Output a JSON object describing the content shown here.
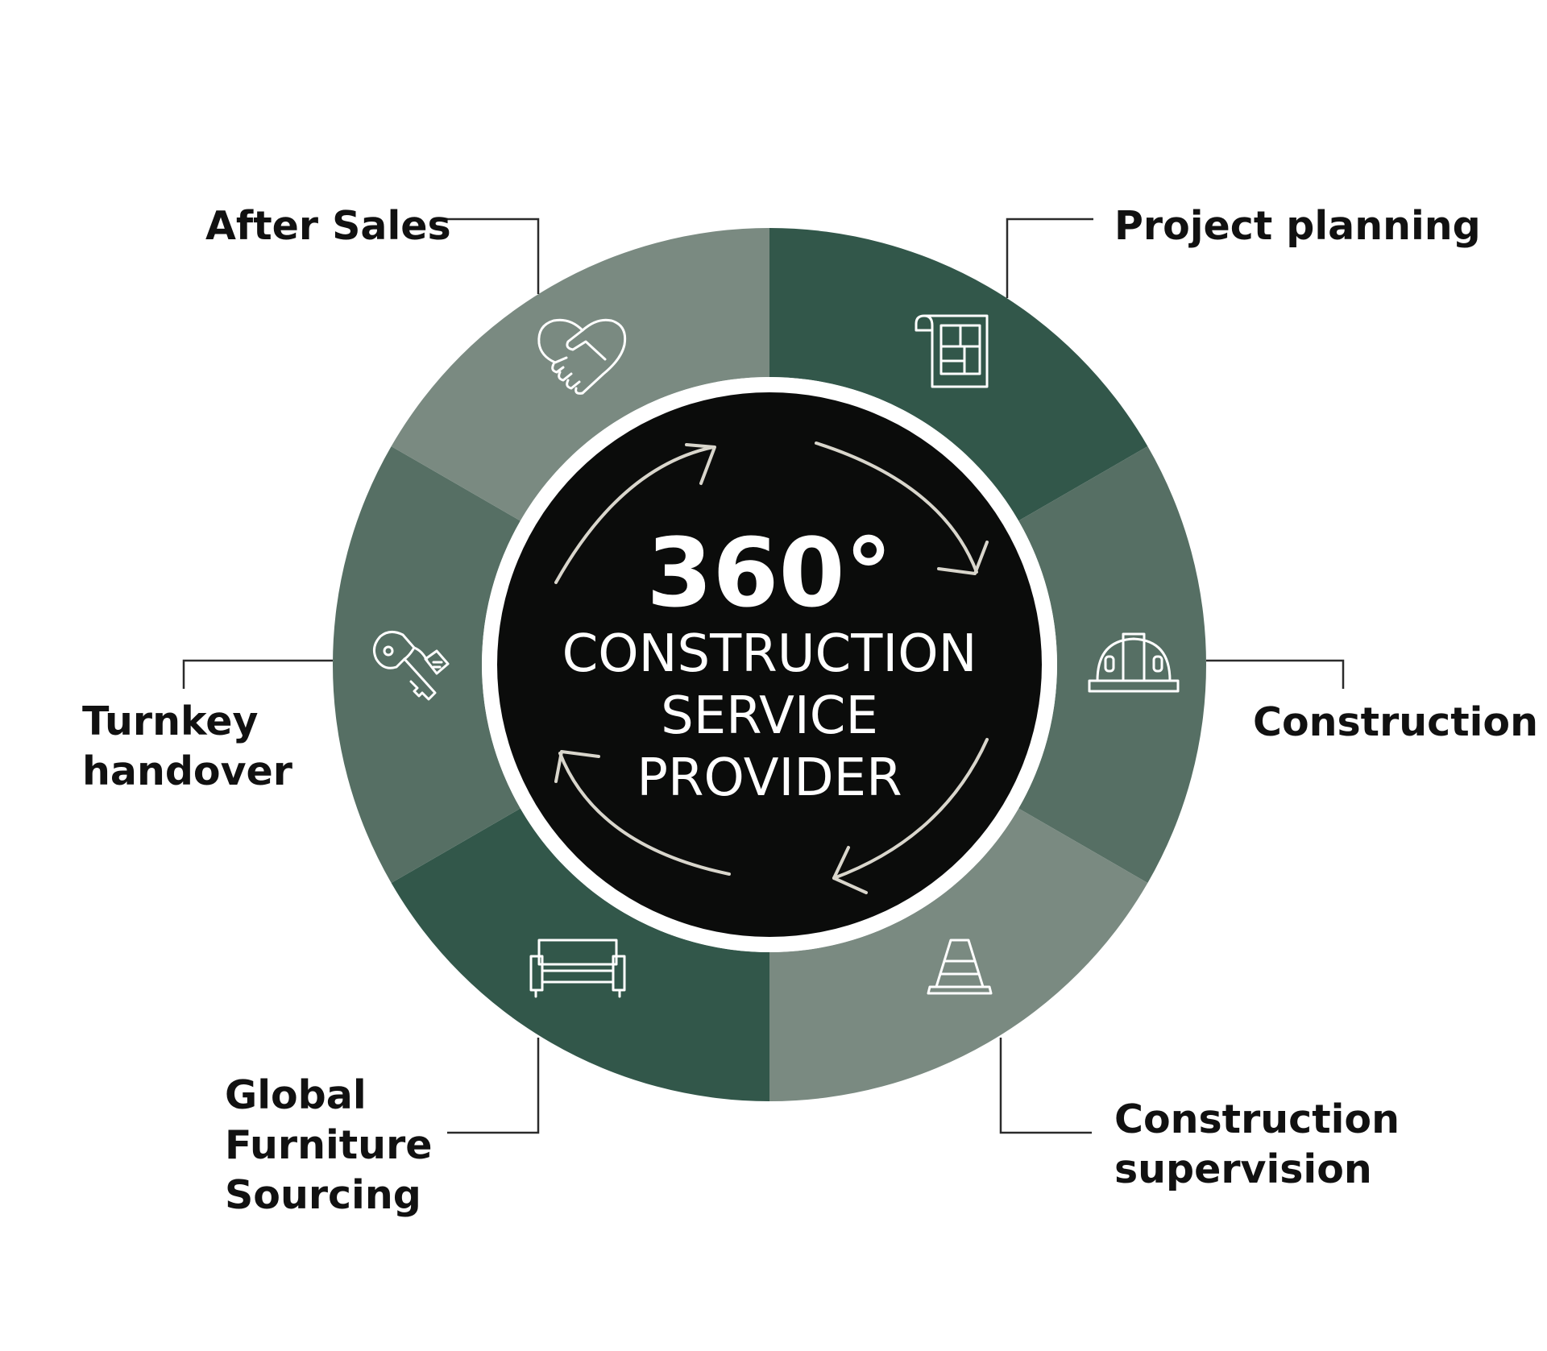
{
  "center": {
    "headline": "360°",
    "lines": [
      "CONSTRUCTION",
      "SERVICE",
      "PROVIDER"
    ]
  },
  "stages": [
    {
      "id": "project-planning",
      "label_lines": [
        "Project planning"
      ],
      "icon": "blueprint-icon",
      "color": "#32574a"
    },
    {
      "id": "construction",
      "label_lines": [
        "Construction"
      ],
      "icon": "hard-hat-icon",
      "color": "#566f64"
    },
    {
      "id": "construction-supervision",
      "label_lines": [
        "Construction",
        "supervision"
      ],
      "icon": "traffic-cone-icon",
      "color": "#7a8a81"
    },
    {
      "id": "global-furniture-sourcing",
      "label_lines": [
        "Global",
        "Furniture",
        "Sourcing"
      ],
      "icon": "sofa-icon",
      "color": "#32574a"
    },
    {
      "id": "turnkey-handover",
      "label_lines": [
        "Turnkey",
        "handover"
      ],
      "icon": "key-icon",
      "color": "#566f64"
    },
    {
      "id": "after-sales",
      "label_lines": [
        "After Sales"
      ],
      "icon": "handshake-icon",
      "color": "#7a8a81"
    }
  ],
  "colors": {
    "center_fill": "#0b0c0b",
    "inner_ring": "#ffffff",
    "cycle_arrows": "#d9d6cc",
    "label_text": "#111111"
  }
}
